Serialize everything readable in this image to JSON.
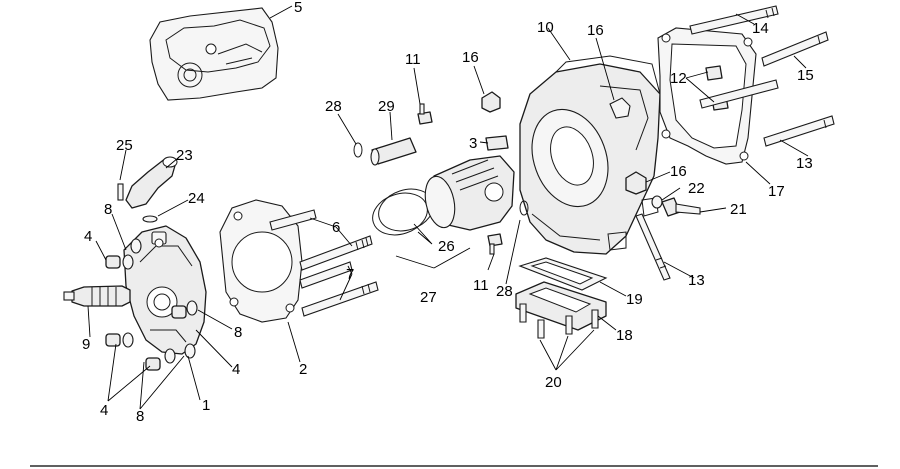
{
  "callouts": [
    {
      "id": "1",
      "text": "1"
    },
    {
      "id": "2",
      "text": "2"
    },
    {
      "id": "3",
      "text": "3"
    },
    {
      "id": "4a",
      "text": "4"
    },
    {
      "id": "4b",
      "text": "4"
    },
    {
      "id": "4c",
      "text": "4"
    },
    {
      "id": "5",
      "text": "5"
    },
    {
      "id": "6",
      "text": "6"
    },
    {
      "id": "7",
      "text": "7"
    },
    {
      "id": "8a",
      "text": "8"
    },
    {
      "id": "8b",
      "text": "8"
    },
    {
      "id": "8c",
      "text": "8"
    },
    {
      "id": "9",
      "text": "9"
    },
    {
      "id": "10",
      "text": "10"
    },
    {
      "id": "11a",
      "text": "11"
    },
    {
      "id": "11b",
      "text": "11"
    },
    {
      "id": "12",
      "text": "12"
    },
    {
      "id": "13a",
      "text": "13"
    },
    {
      "id": "13b",
      "text": "13"
    },
    {
      "id": "14",
      "text": "14"
    },
    {
      "id": "15",
      "text": "15"
    },
    {
      "id": "16a",
      "text": "16"
    },
    {
      "id": "16b",
      "text": "16"
    },
    {
      "id": "16c",
      "text": "16"
    },
    {
      "id": "17",
      "text": "17"
    },
    {
      "id": "18",
      "text": "18"
    },
    {
      "id": "19",
      "text": "19"
    },
    {
      "id": "20",
      "text": "20"
    },
    {
      "id": "21",
      "text": "21"
    },
    {
      "id": "22",
      "text": "22"
    },
    {
      "id": "23",
      "text": "23"
    },
    {
      "id": "24",
      "text": "24"
    },
    {
      "id": "25",
      "text": "25"
    },
    {
      "id": "26",
      "text": "26"
    },
    {
      "id": "27",
      "text": "27"
    },
    {
      "id": "28a",
      "text": "28"
    },
    {
      "id": "28b",
      "text": "28"
    },
    {
      "id": "29",
      "text": "29"
    }
  ]
}
